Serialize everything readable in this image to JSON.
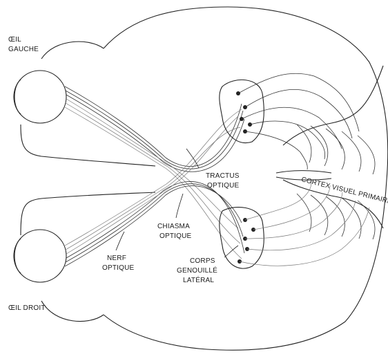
{
  "labels": {
    "left_eye": [
      "ŒIL",
      "GAUCHE"
    ],
    "right_eye": "ŒIL DROIT",
    "optic_nerve": [
      "NERF",
      "OPTIQUE"
    ],
    "chiasm": [
      "CHIASMA",
      "OPTIQUE"
    ],
    "tract": [
      "TRACTUS",
      "OPTIQUE"
    ],
    "lgn": [
      "CORPS",
      "GENOUILLÉ",
      "LATÉRAL"
    ],
    "cortex": "CORTEX VISUEL PRIMAIRE"
  },
  "colors": {
    "ink": "#222222",
    "background": "#ffffff"
  }
}
